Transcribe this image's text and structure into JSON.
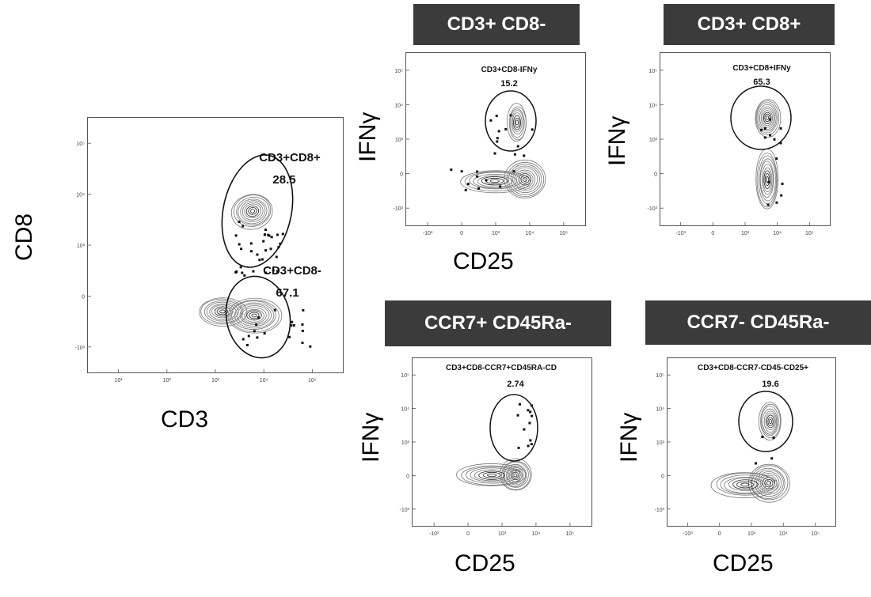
{
  "chart_data": [
    {
      "type": "scatter",
      "id": "main",
      "xlabel": "CD3",
      "ylabel": "CD8",
      "x_ticks": [
        "10¹",
        "10²",
        "10³",
        "10⁴",
        "10⁵"
      ],
      "y_ticks": [
        "10⁵",
        "10⁴",
        "10³",
        "0",
        "-10³"
      ],
      "gates": [
        {
          "name": "CD3+CD8+",
          "value": "28.5"
        },
        {
          "name": "CD3+CD8-",
          "value": "67.1"
        }
      ]
    },
    {
      "type": "scatter",
      "id": "p1",
      "header": "CD3+ CD8-",
      "xlabel": "CD25",
      "ylabel": "IFNγ",
      "x_ticks": [
        "-10³",
        "0",
        "10³",
        "10⁴",
        "10⁵"
      ],
      "y_ticks": [
        "10⁵",
        "10⁴",
        "10³",
        "0",
        "-10³"
      ],
      "gate": {
        "name": "CD3+CD8-IFNy",
        "value": "15.2"
      }
    },
    {
      "type": "scatter",
      "id": "p2",
      "header": "CD3+ CD8+",
      "xlabel": "",
      "ylabel": "IFNγ",
      "x_ticks": [
        "-10³",
        "0",
        "10³",
        "10⁴",
        "10⁵"
      ],
      "y_ticks": [
        "10⁵",
        "10⁴",
        "10³",
        "0",
        "-10³"
      ],
      "gate": {
        "name": "CD3+CD8+IFNy",
        "value": "65.3"
      }
    },
    {
      "type": "scatter",
      "id": "p3",
      "header": "CCR7+ CD45Ra-",
      "xlabel": "CD25",
      "ylabel": "IFNγ",
      "x_ticks": [
        "-10³",
        "0",
        "10³",
        "10⁴",
        "10⁵"
      ],
      "y_ticks": [
        "10⁵",
        "10⁴",
        "10³",
        "0",
        "-10³"
      ],
      "gate": {
        "name": "CD3+CD8-CCR7+CD45RA-CD",
        "value": "2.74"
      }
    },
    {
      "type": "scatter",
      "id": "p4",
      "header": "CCR7- CD45Ra-",
      "xlabel": "CD25",
      "ylabel": "IFNγ",
      "x_ticks": [
        "-10³",
        "0",
        "10³",
        "10⁴",
        "10⁵"
      ],
      "y_ticks": [
        "10⁵",
        "10⁴",
        "10³",
        "0",
        "-10³"
      ],
      "gate": {
        "name": "CD3+CD8-CCR7-CD45-CD25+",
        "value": "19.6"
      }
    }
  ]
}
